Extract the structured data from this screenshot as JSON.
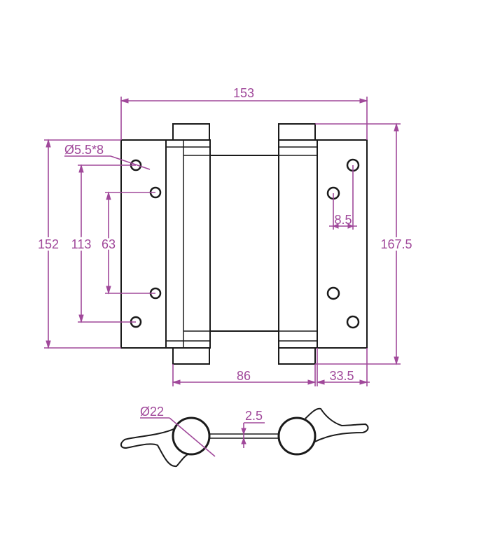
{
  "colors": {
    "dimension": "#a0489a",
    "outline": "#1a1a1a",
    "background": "#ffffff"
  },
  "dimensions": {
    "overall_width": "153",
    "left_leaf_height": "152",
    "hole_span_outer": "113",
    "hole_span_inner": "63",
    "hole_spec": "Ø5.5*8",
    "right_overall_height": "167.5",
    "hole_offset": "8.5",
    "barrel_spacing": "86",
    "right_leaf_width": "33.5",
    "barrel_diameter": "Ø22",
    "gap": "2.5"
  }
}
